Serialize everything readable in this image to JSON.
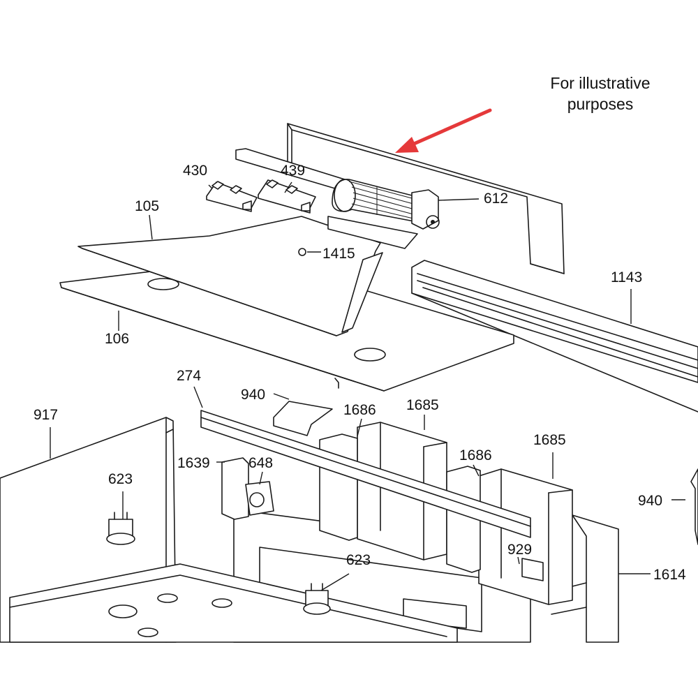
{
  "note": {
    "line1": "For illustrative",
    "line2": "purposes"
  },
  "colors": {
    "arrow": "#e5393a",
    "line": "#1a1a1a",
    "background": "#ffffff"
  },
  "callouts": [
    {
      "id": "c430",
      "label": "430"
    },
    {
      "id": "c439",
      "label": "439"
    },
    {
      "id": "c612",
      "label": "612"
    },
    {
      "id": "c105",
      "label": "105"
    },
    {
      "id": "c1415",
      "label": "1415"
    },
    {
      "id": "c1143",
      "label": "1143"
    },
    {
      "id": "c106",
      "label": "106"
    },
    {
      "id": "c274",
      "label": "274"
    },
    {
      "id": "c940a",
      "label": "940"
    },
    {
      "id": "c1686a",
      "label": "1686"
    },
    {
      "id": "c1685a",
      "label": "1685"
    },
    {
      "id": "c917",
      "label": "917"
    },
    {
      "id": "c1639",
      "label": "1639"
    },
    {
      "id": "c648",
      "label": "648"
    },
    {
      "id": "c1686b",
      "label": "1686"
    },
    {
      "id": "c1685b",
      "label": "1685"
    },
    {
      "id": "c623a",
      "label": "623"
    },
    {
      "id": "c940b",
      "label": "940"
    },
    {
      "id": "c929",
      "label": "929"
    },
    {
      "id": "c623b",
      "label": "623"
    },
    {
      "id": "c1614",
      "label": "1614"
    }
  ]
}
